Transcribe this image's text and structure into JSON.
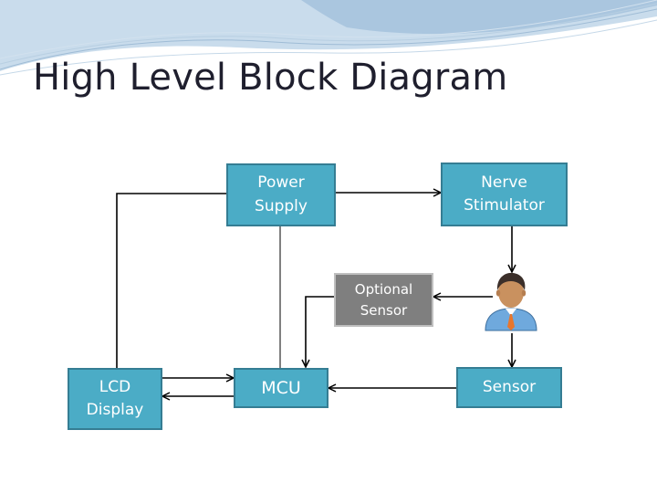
{
  "title": "High Level Block Diagram",
  "blocks": {
    "power_supply": {
      "line1": "Power",
      "line2": "Supply"
    },
    "nerve_stimulator": {
      "line1": "Nerve",
      "line2": "Stimulator"
    },
    "optional_sensor": {
      "line1": "Optional",
      "line2": "Sensor"
    },
    "lcd_display": {
      "line1": "LCD",
      "line2": "Display"
    },
    "mcu": {
      "label": "MCU"
    },
    "sensor": {
      "label": "Sensor"
    }
  },
  "icons": {
    "person": "person-icon"
  },
  "colors": {
    "block_fill": "#4bacc6",
    "block_border": "#357d93",
    "optional_fill": "#7f7f7f",
    "line": "#000000"
  }
}
